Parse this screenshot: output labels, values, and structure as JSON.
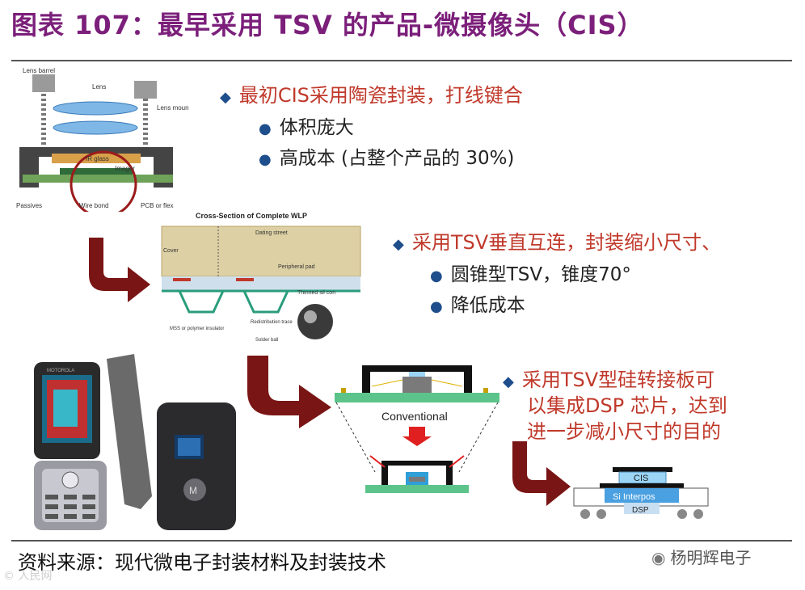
{
  "title": "图表 107：最早采用 TSV 的产品-微摄像头（CIS）",
  "source": "资料来源：现代微电子封装材料及封装技术",
  "wechat": "杨明辉电子",
  "watermark": "© 人民网",
  "section1": {
    "heading": "最初CIS采用陶瓷封装，打线键合",
    "bullets": [
      "体积庞大",
      "高成本 (占整个产品的 30%)"
    ]
  },
  "section2": {
    "heading": "采用TSV垂直互连，封装缩小尺寸、",
    "bullets": [
      "圆锥型TSV，锥度70°",
      "降低成本"
    ]
  },
  "section3": {
    "lines": [
      "采用TSV型硅转接板可",
      "以集成DSP 芯片，达到",
      "进一步减小尺寸的目的"
    ]
  },
  "fig1": {
    "labels": {
      "lens_barrel": "Lens barrel",
      "lens": "Lens",
      "lens_mount": "Lens mount",
      "ir_glass": "IR glass",
      "imager": "Imager",
      "passives": "Passives",
      "wire_bond": "Wire bond",
      "pcb": "PCB or flex"
    }
  },
  "fig2": {
    "title": "Cross-Section of Complete WLP",
    "labels": {
      "cover": "Cover",
      "dam": "Dating street",
      "peripheral_pad": "Peripheral pad",
      "thinned_si": "Thinned sil con",
      "mss": "MSS or polymer insulator",
      "redistribution": "Redistribution trace",
      "solder_ball": "Solder ball"
    }
  },
  "fig3": {
    "conventional": "Conventional",
    "cis": "CIS",
    "si_interposer": "Si Interpos",
    "dsp": "DSP"
  },
  "phone": {
    "brand": "MOTOROLA"
  },
  "colors": {
    "title": "#7b1f7a",
    "heading_red": "#c0392b",
    "bullet_blue": "#1f4e8c",
    "arrow_red": "#7a1515"
  }
}
